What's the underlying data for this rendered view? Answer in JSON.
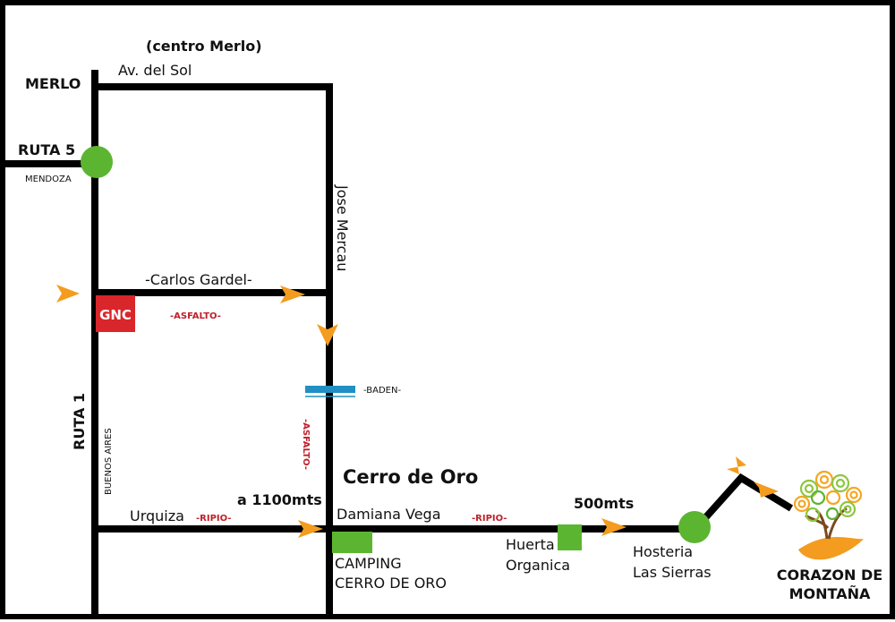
{
  "colors": {
    "road": "#000000",
    "marker_green": "#5cb531",
    "gnc_red": "#d9262a",
    "arrow_orange": "#f39c1f",
    "baden_blue": "#1f8fc4",
    "surface_red": "#c0202a"
  },
  "labels": {
    "centro_merlo": "(centro Merlo)",
    "merlo": "MERLO",
    "av_del_sol": "Av. del Sol",
    "ruta5": "RUTA 5",
    "mendoza": "MENDOZA",
    "jose_mercau": "Jose Mercau",
    "carlos_gardel": "-Carlos Gardel-",
    "gnc": "GNC",
    "asfalto_1": "-ASFALTO-",
    "baden": "-BADEN-",
    "asfalto_2": "-ASFALTO-",
    "ruta1": "RUTA 1",
    "buenos_aires": "BUENOS AIRES",
    "cerro_de_oro": "Cerro de Oro",
    "a_1100mts": "a 1100mts",
    "urquiza": "Urquiza",
    "ripio_1": "-RIPIO-",
    "damiana_vega": "Damiana Vega",
    "ripio_2": "-RIPIO-",
    "mts_500": "500mts",
    "camping_1": "CAMPING",
    "camping_2": "CERRO DE ORO",
    "huerta_1": "Huerta",
    "huerta_2": "Organica",
    "hosteria_1": "Hosteria",
    "hosteria_2": "Las Sierras",
    "corazon_1": "CORAZON DE",
    "corazon_2": "MONTAÑA"
  },
  "icons": [
    "arrow-icon",
    "circle-marker-icon",
    "square-marker-icon",
    "tree-logo-icon"
  ]
}
